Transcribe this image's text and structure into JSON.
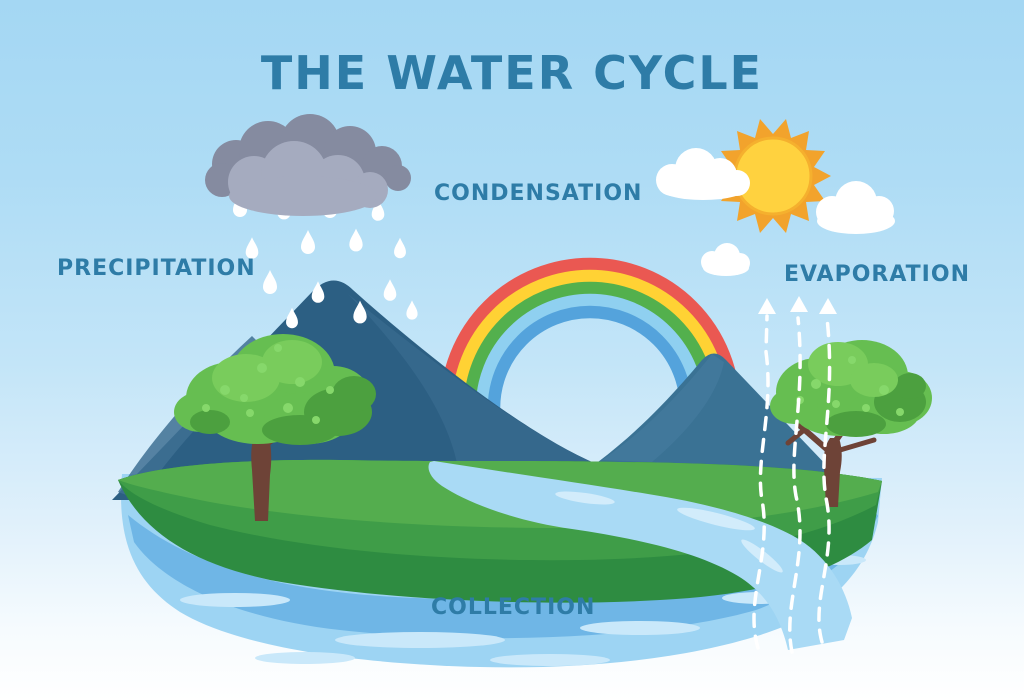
{
  "title": "THE WATER CYCLE",
  "labels": {
    "precipitation": "PRECIPITATION",
    "condensation": "CONDENSATION",
    "evaporation": "EVAPORATION",
    "collection": "COLLECTION"
  },
  "scene": {
    "elements": [
      "rain-cloud",
      "raindrops",
      "rainbow",
      "sun",
      "white-clouds",
      "mountain-left",
      "mountain-right",
      "grass-land",
      "river",
      "collection-water",
      "tree-left",
      "tree-right",
      "evaporation-arrows"
    ]
  },
  "colors": {
    "sky_top": "#A4D7F3",
    "sky_bottom": "#FFFFFF",
    "text": "#2E7CA7",
    "rainbow_red": "#EA5852",
    "rainbow_yellow": "#FFD234",
    "rainbow_green": "#53B04D",
    "rainbow_light_blue": "#8FD0F0",
    "rainbow_blue": "#54A3DC",
    "mountain_left": "#2C5F83",
    "mountain_left_light": "#3E7093",
    "mountain_right": "#3A7294",
    "mountain_right_light": "#447B9E",
    "grass_light": "#54AD4E",
    "grass_mid": "#3F9D48",
    "grass_dark": "#2E8C41",
    "water": "#9DD4F3",
    "water_band": "#6FB6E6",
    "water_streak": "#C9E8FA",
    "river": "#A9DAF5",
    "river_streak": "#D2ECFB",
    "rain_cloud_dark": "#858BA0",
    "rain_cloud_light": "#A5ABBF",
    "cloud_white": "#FFFFFF",
    "sun_rays": "#F2A32C",
    "sun_core": "#FFD23F",
    "foliage": "#66BE51",
    "foliage_dark": "#4CA03F",
    "foliage_light": "#79CC5C",
    "foliage_dot": "#86D86B",
    "trunk": "#6E4337",
    "raindrop": "#FFFFFF",
    "arrow": "#FFFFFF"
  }
}
